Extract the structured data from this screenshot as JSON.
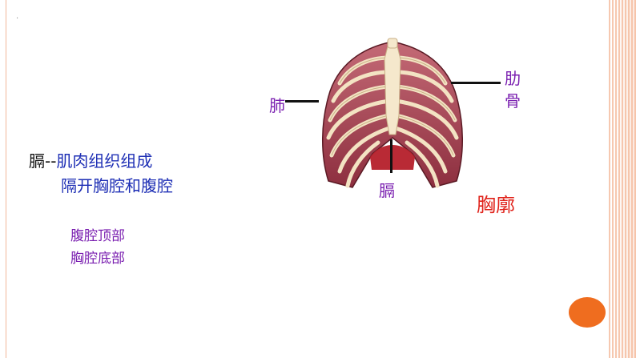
{
  "slide": {
    "marker": ".",
    "diaphragm_term": "膈",
    "diaphragm_dash": "--",
    "diaphragm_definition": "肌肉组织组成",
    "diaphragm_function": "隔开胸腔和腹腔",
    "notes": [
      "腹腔顶部",
      "胸腔底部"
    ],
    "labels": {
      "lung": "肺",
      "rib": "肋骨",
      "diaphragm": "膈",
      "thorax": "胸廓"
    },
    "colors": {
      "accent_red": "#e0221a",
      "label_purple": "#7a1fb0",
      "text_blue": "#1e2fb5",
      "button_orange": "#ef6d1f",
      "frame_peach": "#f1b79a"
    }
  },
  "illustration": {
    "icon": "ribcage-diagram"
  }
}
